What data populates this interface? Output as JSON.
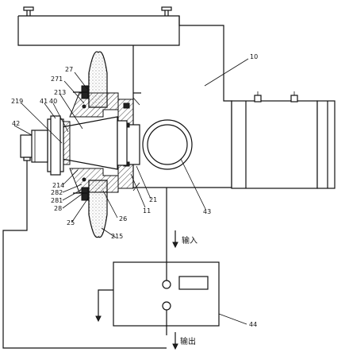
{
  "labels": {
    "l10": "10",
    "l11": "11",
    "l21": "21",
    "l25": "25",
    "l26": "26",
    "l27": "27",
    "l28": "28",
    "l40": "40",
    "l41": "41",
    "l42": "42",
    "l43": "43",
    "l44": "44",
    "l213": "213",
    "l214": "214",
    "l215": "215",
    "l219": "219",
    "l271": "271",
    "l281": "281",
    "l282": "282"
  },
  "io": {
    "input": "输入",
    "output": "输出"
  }
}
